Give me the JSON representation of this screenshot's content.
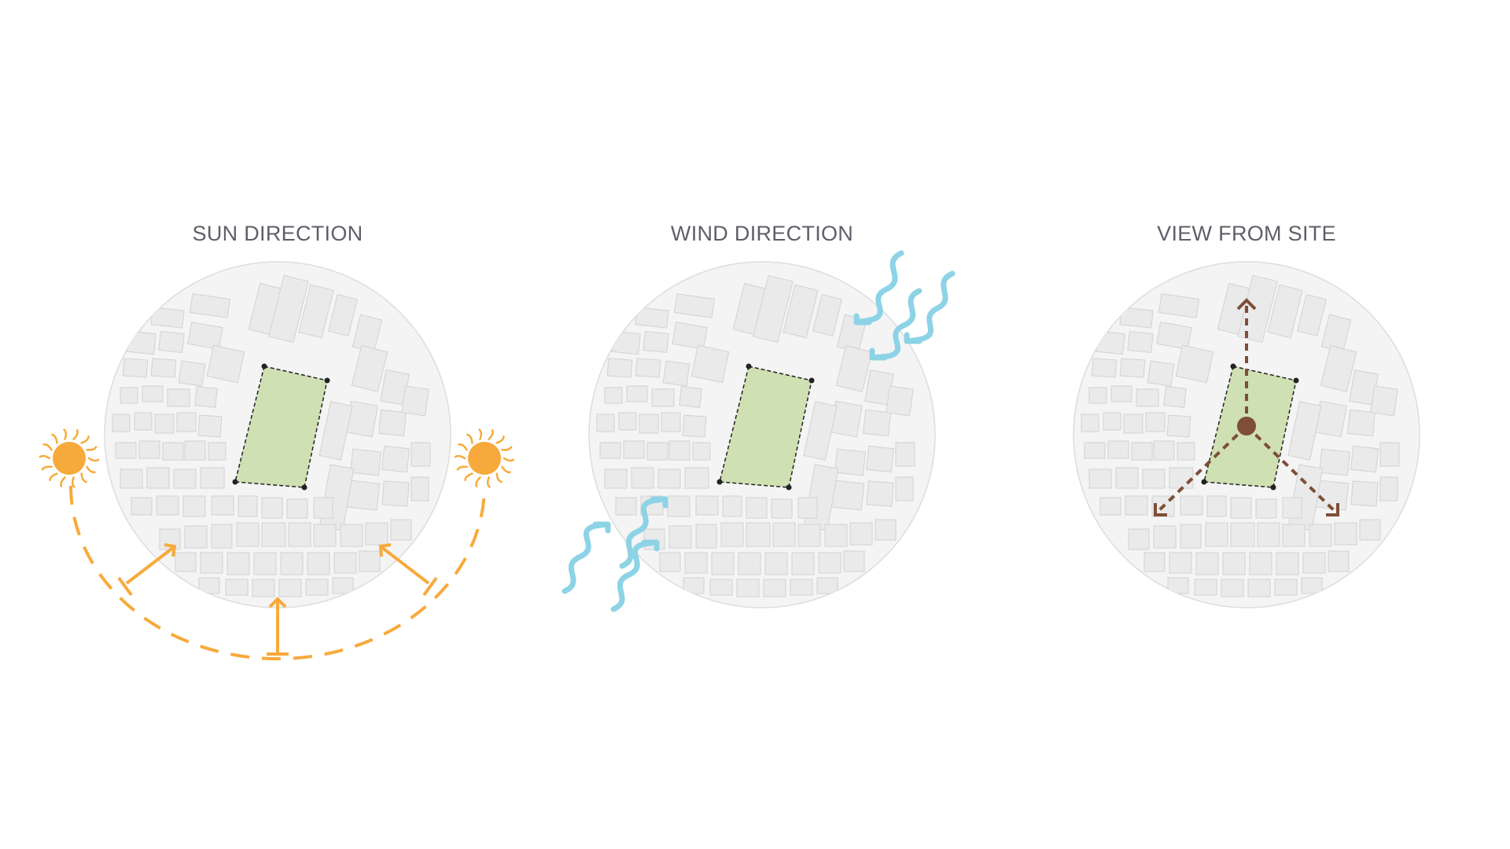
{
  "panels": [
    {
      "title": "SUN DIRECTION"
    },
    {
      "title": "WIND DIRECTION"
    },
    {
      "title": "VIEW FROM SITE"
    }
  ],
  "colors": {
    "site_fill": "#cfe0b3",
    "building_fill": "#eaeaea",
    "building_stroke": "#d2d2d2",
    "sun": "#f7aa3b",
    "wind": "#8dd3e6",
    "view": "#7e4e36",
    "title": "#5e6068"
  },
  "icons": [
    "sun-icon",
    "wind-icon",
    "view-arrow-icon"
  ]
}
